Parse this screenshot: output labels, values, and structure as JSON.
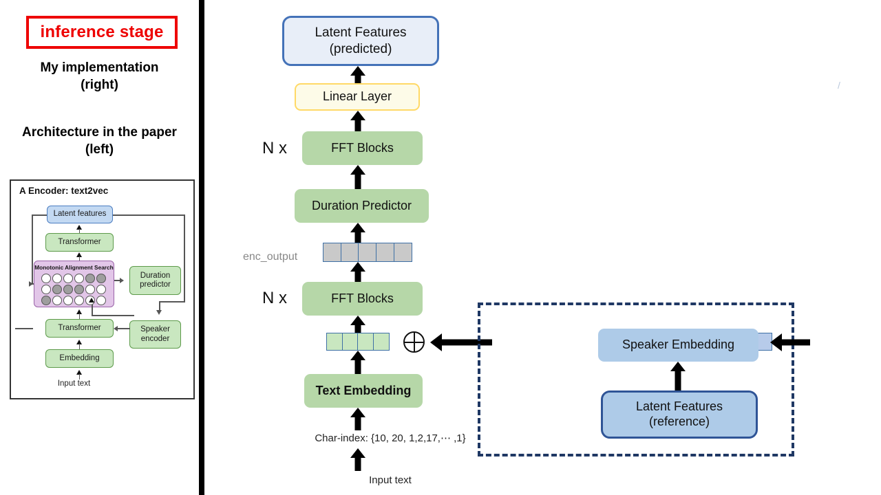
{
  "left_panel": {
    "badge": "inference stage",
    "caption_right": "My implementation\n(right)",
    "caption_right_line1": "My implementation",
    "caption_right_line2": "(right)",
    "caption_left_line1": "Architecture in the paper",
    "caption_left_line2": "(left)",
    "figure": {
      "title": "A Encoder: text2vec",
      "boxes": {
        "latent_features": "Latent features",
        "transformer_top": "Transformer",
        "mas_label": "Monotonic Alignment Search",
        "transformer_bottom": "Transformer",
        "embedding": "Embedding",
        "duration_predictor": "Duration\npredictor",
        "duration_predictor_line1": "Duration",
        "duration_predictor_line2": "predictor",
        "speaker_encoder_line1": "Speaker",
        "speaker_encoder_line2": "encoder",
        "input_text": "Input text"
      },
      "mas_grid": [
        [
          0,
          0,
          0,
          0,
          1,
          1
        ],
        [
          0,
          1,
          1,
          1,
          0,
          0
        ],
        [
          1,
          0,
          0,
          0,
          0,
          0
        ]
      ]
    }
  },
  "main_diagram": {
    "latent_features_predicted_line1": "Latent Features",
    "latent_features_predicted_line2": "(predicted)",
    "linear_layer": "Linear Layer",
    "fft_blocks_top": "FFT Blocks",
    "duration_predictor": "Duration Predictor",
    "fft_blocks_bottom": "FFT Blocks",
    "text_embedding": "Text Embedding",
    "speaker_embedding": "Speaker Embedding",
    "latent_features_reference_line1": "Latent Features",
    "latent_features_reference_line2": "(reference)",
    "nx_top": "N x",
    "nx_bottom": "N x",
    "enc_output_label": "enc_output",
    "char_index": "Char-index: {10, 20, 1,2,17,⋯ ,1}",
    "input_text": "Input text",
    "plus_symbol": "⊕",
    "enc_output_cells": 5,
    "green_token_cells": 4,
    "speaker_token_cells": 4,
    "stray_mark": "/"
  },
  "colors": {
    "badge_red": "#ee0000",
    "green_block": "#b6d7a8",
    "light_blue_block": "#aecbe8",
    "pale_blue_block": "#e8eef8",
    "blue_border": "#4472b8",
    "dark_navy_dash": "#1f3864",
    "yellow_border": "#ffd966",
    "pale_yellow": "#fdfbe8",
    "gray_cell": "#c9c9c9",
    "enc_output_text": "#888888"
  }
}
